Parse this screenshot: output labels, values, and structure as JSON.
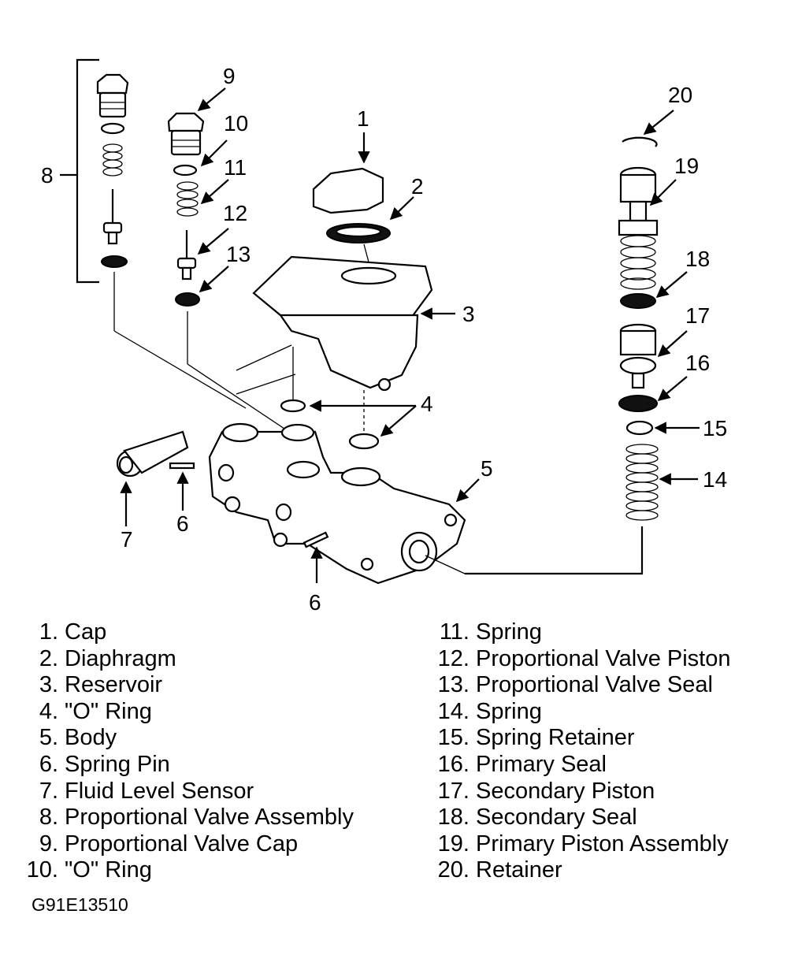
{
  "callouts": {
    "c1": "1",
    "c2": "2",
    "c3": "3",
    "c4": "4",
    "c5": "5",
    "c6a": "6",
    "c6b": "6",
    "c7": "7",
    "c8": "8",
    "c9": "9",
    "c10": "10",
    "c11": "11",
    "c12": "12",
    "c13": "13",
    "c14": "14",
    "c15": "15",
    "c16": "16",
    "c17": "17",
    "c18": "18",
    "c19": "19",
    "c20": "20"
  },
  "legend_left": [
    {
      "num": "1.",
      "label": "Cap"
    },
    {
      "num": "2.",
      "label": "Diaphragm"
    },
    {
      "num": "3.",
      "label": "Reservoir"
    },
    {
      "num": "4.",
      "label": "\"O\" Ring"
    },
    {
      "num": "5.",
      "label": "Body"
    },
    {
      "num": "6.",
      "label": "Spring Pin"
    },
    {
      "num": "7.",
      "label": "Fluid Level Sensor"
    },
    {
      "num": "8.",
      "label": "Proportional Valve Assembly"
    },
    {
      "num": "9.",
      "label": "Proportional Valve Cap"
    },
    {
      "num": "10.",
      "label": "\"O\" Ring"
    }
  ],
  "legend_right": [
    {
      "num": "11.",
      "label": "Spring"
    },
    {
      "num": "12.",
      "label": "Proportional Valve Piston"
    },
    {
      "num": "13.",
      "label": "Proportional Valve Seal"
    },
    {
      "num": "14.",
      "label": "Spring"
    },
    {
      "num": "15.",
      "label": "Spring Retainer"
    },
    {
      "num": "16.",
      "label": "Primary Seal"
    },
    {
      "num": "17.",
      "label": "Secondary Piston"
    },
    {
      "num": "18.",
      "label": "Secondary Seal"
    },
    {
      "num": "19.",
      "label": "Primary Piston Assembly"
    },
    {
      "num": "20.",
      "label": "Retainer"
    }
  ],
  "figure_code": "G91E13510"
}
